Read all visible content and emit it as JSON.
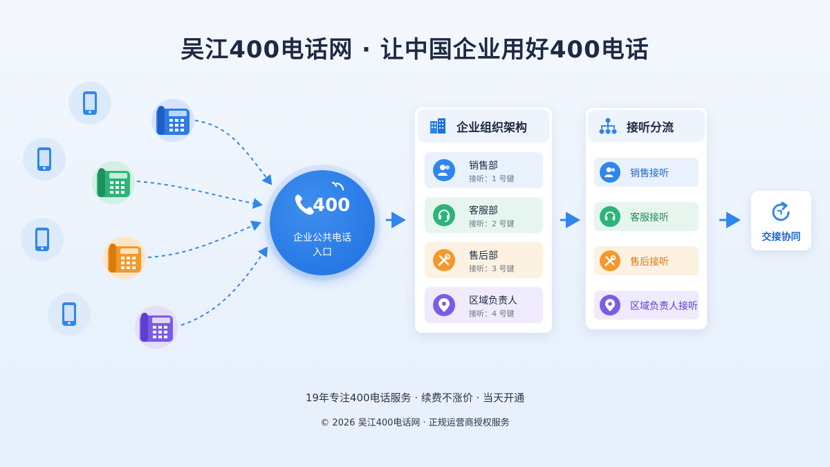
{
  "title": "吴江400电话网 · 让中国企业用好400电话",
  "hub": {
    "number": "400",
    "label_line1": "企业公共电话",
    "label_line2": "入口"
  },
  "org_panel": {
    "title": "企业组织架构",
    "items": [
      {
        "name": "销售部",
        "desc": "接听：1 号键",
        "icon": "user-group-icon"
      },
      {
        "name": "客服部",
        "desc": "接听：2 号键",
        "icon": "headset-icon"
      },
      {
        "name": "售后部",
        "desc": "接听：3 号键",
        "icon": "tools-icon"
      },
      {
        "name": "区域负责人",
        "desc": "接听：4 号键",
        "icon": "location-pin-icon"
      }
    ]
  },
  "route_panel": {
    "title": "接听分流",
    "items": [
      {
        "name": "销售接听",
        "icon": "user-group-icon"
      },
      {
        "name": "客服接听",
        "icon": "headset-icon"
      },
      {
        "name": "售后接听",
        "icon": "tools-icon"
      },
      {
        "name": "区域负责人接听",
        "icon": "location-pin-icon"
      }
    ]
  },
  "handoff": {
    "label": "交接协同",
    "icon": "sync-icon"
  },
  "footer": {
    "line1": "19年专注400电话服务 · 续费不涨价 · 当天开通",
    "line2": "© 2026 吴江400电话网 · 正规运营商授权服务"
  },
  "colors": {
    "primary": "#1d6fe0",
    "blue": "#2f86ec",
    "green": "#2cb47a",
    "orange": "#f4982c",
    "purple": "#7a5ce6"
  }
}
